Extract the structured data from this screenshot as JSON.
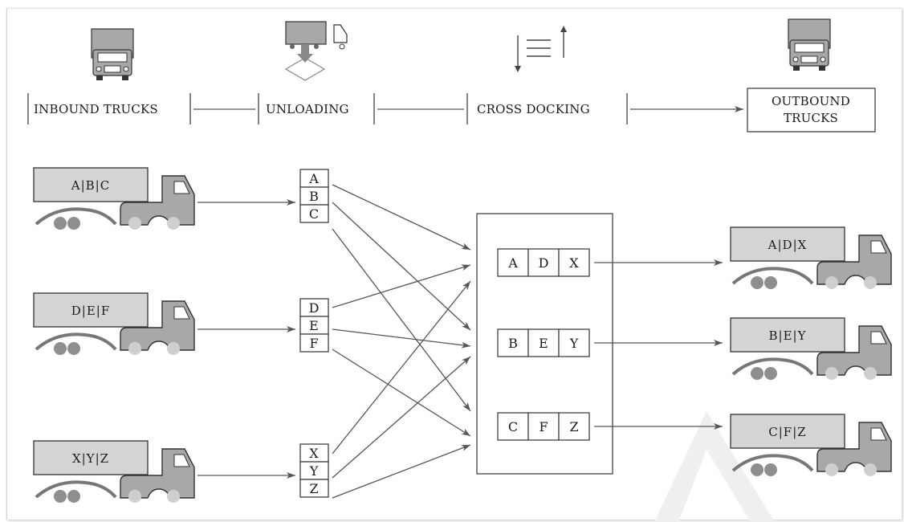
{
  "stages": {
    "inbound": "INBOUND TRUCKS",
    "unloading": "UNLOADING",
    "cross_docking": "CROSS DOCKING",
    "outbound_line1": "OUTBOUND",
    "outbound_line2": "TRUCKS"
  },
  "inbound_trucks": [
    {
      "label": "A|B|C",
      "items": [
        "A",
        "B",
        "C"
      ]
    },
    {
      "label": "D|E|F",
      "items": [
        "D",
        "E",
        "F"
      ]
    },
    {
      "label": "X|Y|Z",
      "items": [
        "X",
        "Y",
        "Z"
      ]
    }
  ],
  "unloading_items": [
    "A",
    "B",
    "C",
    "D",
    "E",
    "F",
    "X",
    "Y",
    "Z"
  ],
  "cross_dock_groups": [
    [
      "A",
      "D",
      "X"
    ],
    [
      "B",
      "E",
      "Y"
    ],
    [
      "C",
      "F",
      "Z"
    ]
  ],
  "outbound_trucks": [
    {
      "label": "A|D|X"
    },
    {
      "label": "B|E|Y"
    },
    {
      "label": "C|F|Z"
    }
  ],
  "colors": {
    "trailer_fill": "#d4d4d4",
    "cab_fill": "#a8a8a8",
    "line": "#555555",
    "watermark": "#efefef"
  },
  "icons": [
    "truck-front-icon",
    "unloading-truck-icon",
    "cross-dock-icon",
    "outbound-truck-icon"
  ]
}
